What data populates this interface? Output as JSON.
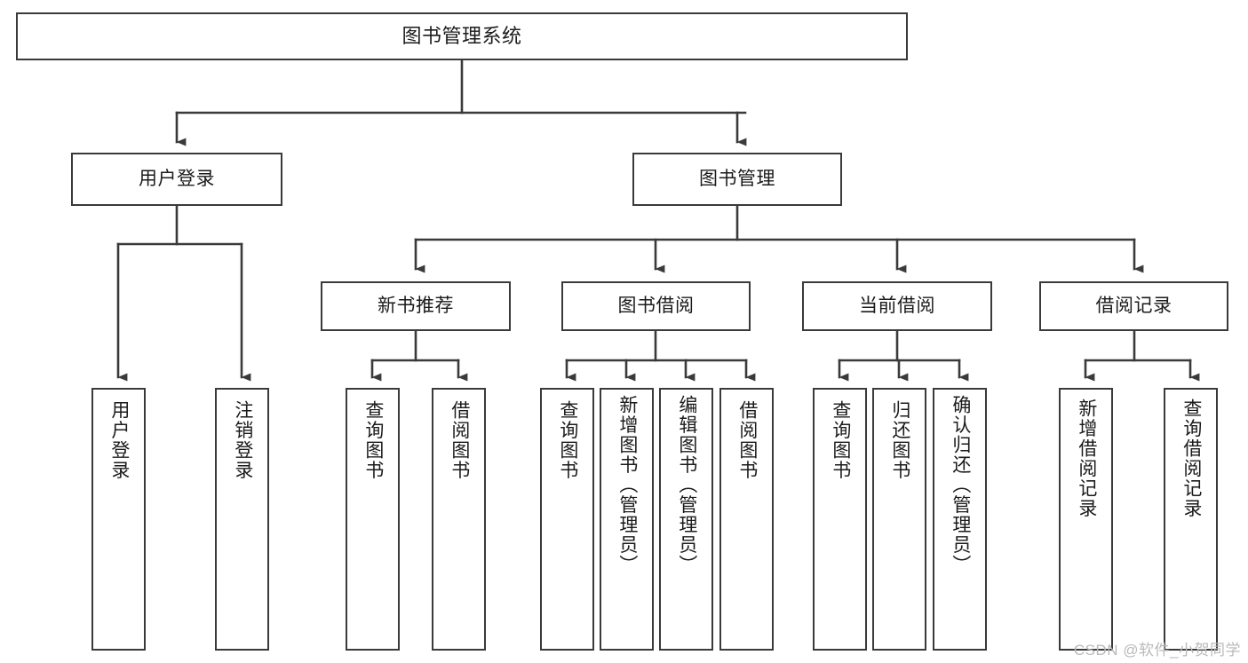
{
  "diagram": {
    "type": "tree-hierarchy-chart",
    "title": "图书管理系统",
    "watermark": "CSDN @软件_小贺同学",
    "colors": {
      "stroke": "#3a3a3a",
      "box_fill": "#ffffff",
      "text": "#1b1b1b",
      "watermark": "#b9b9b9",
      "background": "#ffffff"
    },
    "nodes": {
      "root": {
        "label": "图书管理系统",
        "level": 1
      },
      "user_login": {
        "label": "用户登录",
        "level": 2
      },
      "book_manage": {
        "label": "图书管理",
        "level": 2
      },
      "new_book_rec": {
        "label": "新书推荐",
        "level": 3
      },
      "book_borrow": {
        "label": "图书借阅",
        "level": 3
      },
      "current_borrow": {
        "label": "当前借阅",
        "level": 3
      },
      "borrow_record": {
        "label": "借阅记录",
        "level": 3
      },
      "leaf_user_login": {
        "label": "用户登录",
        "level": 3
      },
      "leaf_logout": {
        "label": "注销登录",
        "level": 3
      },
      "leaf_query_book_1": {
        "label": "查询图书",
        "level": 4
      },
      "leaf_borrow_book_1": {
        "label": "借阅图书",
        "level": 4
      },
      "leaf_query_book_2": {
        "label": "查询图书",
        "level": 4
      },
      "leaf_add_book": {
        "label": "新增图书（管理员）",
        "level": 4
      },
      "leaf_edit_book": {
        "label": "编辑图书（管理员）",
        "level": 4
      },
      "leaf_borrow_book_2": {
        "label": "借阅图书",
        "level": 4
      },
      "leaf_query_book_3": {
        "label": "查询图书",
        "level": 4
      },
      "leaf_return_book": {
        "label": "归还图书",
        "level": 4
      },
      "leaf_confirm_return": {
        "label": "确认归还（管理员）",
        "level": 4
      },
      "leaf_add_record": {
        "label": "新增借阅记录",
        "level": 4
      },
      "leaf_query_record": {
        "label": "查询借阅记录",
        "level": 4
      }
    },
    "edges": [
      {
        "from": "root",
        "to": "user_login"
      },
      {
        "from": "root",
        "to": "book_manage"
      },
      {
        "from": "user_login",
        "to": "leaf_user_login"
      },
      {
        "from": "user_login",
        "to": "leaf_logout"
      },
      {
        "from": "book_manage",
        "to": "new_book_rec"
      },
      {
        "from": "book_manage",
        "to": "book_borrow"
      },
      {
        "from": "book_manage",
        "to": "current_borrow"
      },
      {
        "from": "book_manage",
        "to": "borrow_record"
      },
      {
        "from": "new_book_rec",
        "to": "leaf_query_book_1"
      },
      {
        "from": "new_book_rec",
        "to": "leaf_borrow_book_1"
      },
      {
        "from": "book_borrow",
        "to": "leaf_query_book_2"
      },
      {
        "from": "book_borrow",
        "to": "leaf_add_book"
      },
      {
        "from": "book_borrow",
        "to": "leaf_edit_book"
      },
      {
        "from": "book_borrow",
        "to": "leaf_borrow_book_2"
      },
      {
        "from": "current_borrow",
        "to": "leaf_query_book_3"
      },
      {
        "from": "current_borrow",
        "to": "leaf_return_book"
      },
      {
        "from": "current_borrow",
        "to": "leaf_confirm_return"
      },
      {
        "from": "borrow_record",
        "to": "leaf_add_record"
      },
      {
        "from": "borrow_record",
        "to": "leaf_query_record"
      }
    ]
  }
}
